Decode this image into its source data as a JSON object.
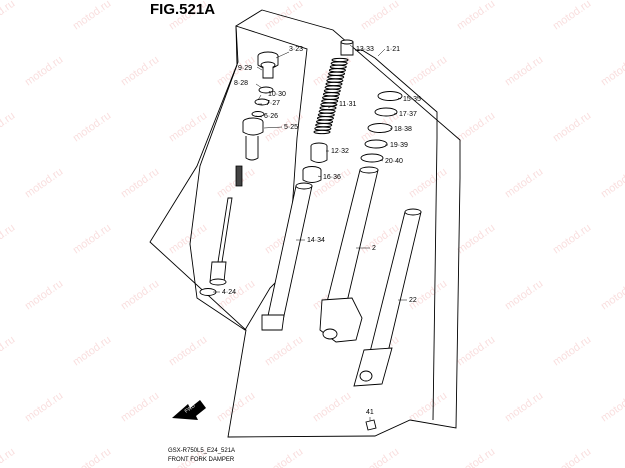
{
  "figure_title": "FIG.521A",
  "watermark_text": "motod.ru",
  "callouts": [
    {
      "id": "c-3-23",
      "label": "3·23"
    },
    {
      "id": "c-13-33",
      "label": "13·33"
    },
    {
      "id": "c-1-21",
      "label": "1·21"
    },
    {
      "id": "c-9-29",
      "label": "9·29"
    },
    {
      "id": "c-8-28",
      "label": "8·28"
    },
    {
      "id": "c-10-30",
      "label": "10·30"
    },
    {
      "id": "c-7-27",
      "label": "7·27"
    },
    {
      "id": "c-6-26",
      "label": "6·26"
    },
    {
      "id": "c-5-25",
      "label": "5·25"
    },
    {
      "id": "c-11-31",
      "label": "11·31"
    },
    {
      "id": "c-15-35",
      "label": "15·35"
    },
    {
      "id": "c-17-37",
      "label": "17·37"
    },
    {
      "id": "c-18-38",
      "label": "18·38"
    },
    {
      "id": "c-19-39",
      "label": "19·39"
    },
    {
      "id": "c-20-40",
      "label": "20·40"
    },
    {
      "id": "c-12-32",
      "label": "12·32"
    },
    {
      "id": "c-16-36",
      "label": "16·36"
    },
    {
      "id": "c-14-34",
      "label": "14·34"
    },
    {
      "id": "c-2",
      "label": "2"
    },
    {
      "id": "c-4-24",
      "label": "4·24"
    },
    {
      "id": "c-22",
      "label": "22"
    },
    {
      "id": "c-41",
      "label": "41"
    }
  ],
  "fwd_label": "FWD",
  "footer": {
    "code": "GSX-R750L5_E24_521A",
    "caption": "FRONT FORK DAMPER"
  },
  "colors": {
    "watermark": "#f2b8b8",
    "line": "#000000",
    "background": "#ffffff"
  }
}
